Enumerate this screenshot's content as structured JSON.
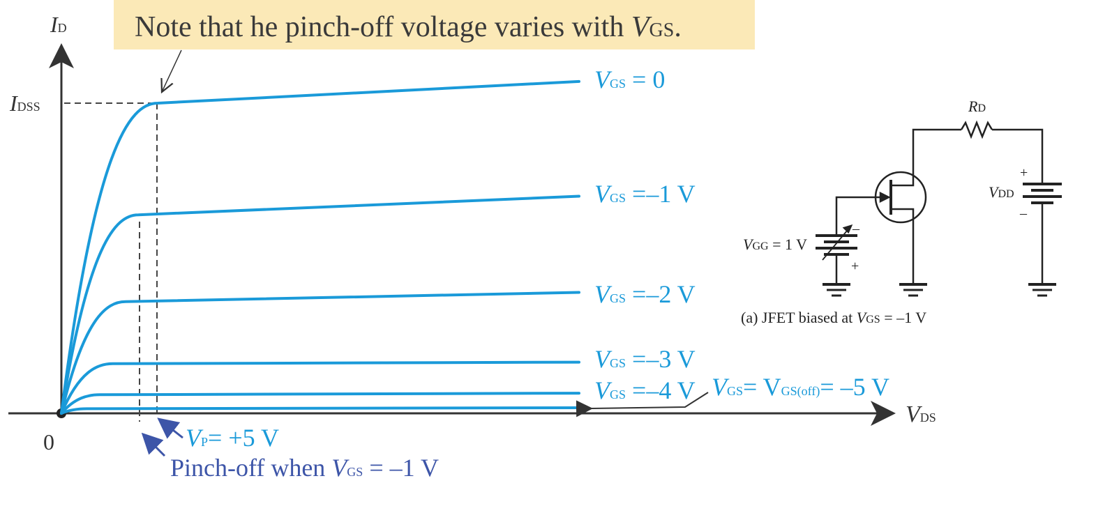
{
  "colors": {
    "curve": "#1a9ad9",
    "label_blue": "#1a9ad9",
    "annotation_blue": "#3d55a8",
    "axis": "#333333",
    "note_bg": "#fbe9b7",
    "dash": "#444444"
  },
  "note": {
    "text": "Note that he pinch-off voltage varies with ",
    "var": "V",
    "sub": "GS",
    "end": "."
  },
  "axes": {
    "y_label": "I",
    "y_sub": "D",
    "x_label": "V",
    "x_sub": "DS",
    "origin": "0",
    "idss": "I",
    "idss_sub": "DSS"
  },
  "chart_data": {
    "type": "line",
    "xlabel": "VDS",
    "ylabel": "ID",
    "series": [
      {
        "name": "VGS = 0",
        "gs": "0",
        "knee_frac": 0.3,
        "sat": 1.0,
        "end": 1.07
      },
      {
        "name": "VGS =–1 V",
        "gs": "–1 V",
        "knee_frac": 0.24,
        "sat": 0.64,
        "end": 0.7
      },
      {
        "name": "VGS =–2 V",
        "gs": "–2 V",
        "knee_frac": 0.2,
        "sat": 0.36,
        "end": 0.39
      },
      {
        "name": "VGS =–3 V",
        "gs": "–3 V",
        "knee_frac": 0.16,
        "sat": 0.16,
        "end": 0.165
      },
      {
        "name": "VGS =–4 V",
        "gs": "–4 V",
        "knee_frac": 0.12,
        "sat": 0.06,
        "end": 0.065
      },
      {
        "name": "VGS= VGS(off)= –5 V",
        "gs": "off",
        "knee_frac": 0.08,
        "sat": 0.015,
        "end": 0.018
      }
    ]
  },
  "labels": {
    "vgs_prefix": "V",
    "vgs_sub": "GS",
    "eq": " = ",
    "off_eq1": "= V",
    "off_sub": "GS(off)",
    "off_eq2": "= –5 V",
    "vp": "V",
    "vp_sub": "P",
    "vp_rest": "= +5 V",
    "pinch_text": "Pinch-off when ",
    "pinch_var": "V",
    "pinch_sub": "GS",
    "pinch_rest": " = –1 V"
  },
  "circuit": {
    "rd": "R",
    "rd_sub": "D",
    "vdd": "V",
    "vdd_sub": "DD",
    "vgg": "V",
    "vgg_sub": "GG",
    "vgg_rest": " = 1 V",
    "plus": "+",
    "minus": "–",
    "caption_a": "(a) JFET biased at ",
    "caption_var": "V",
    "caption_sub": "GS",
    "caption_rest": " = –1 V"
  }
}
